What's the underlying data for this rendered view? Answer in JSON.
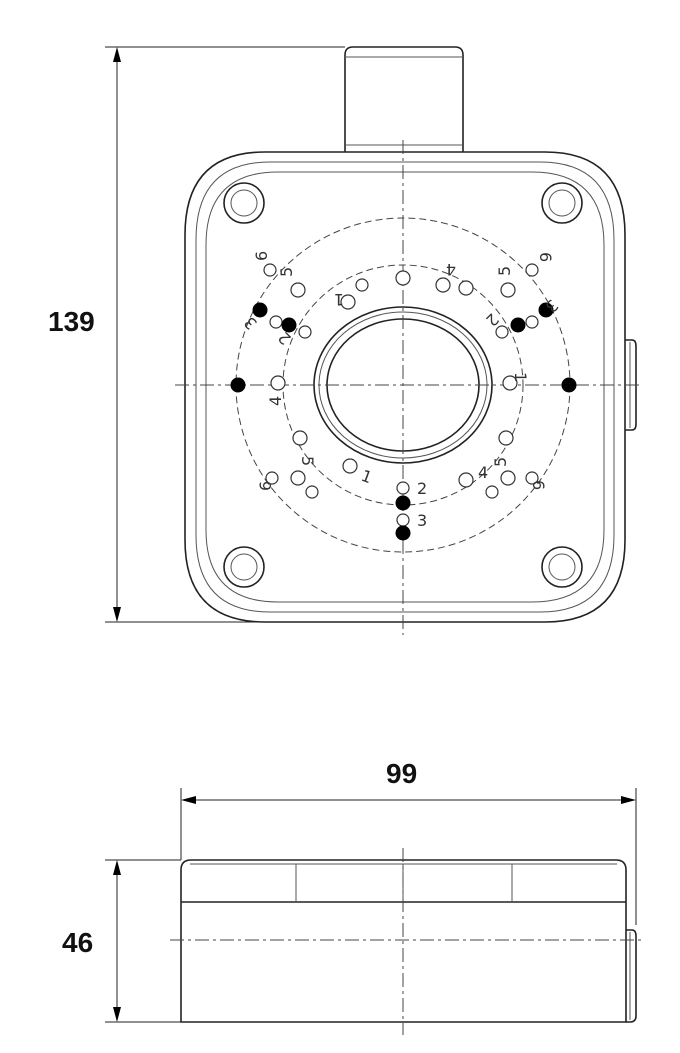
{
  "dimensions": {
    "height": "139",
    "width": "99",
    "depth": "46"
  },
  "hole_labels": {
    "one": "1",
    "two": "2",
    "three": "3",
    "four": "4",
    "five": "5",
    "six": "6"
  }
}
